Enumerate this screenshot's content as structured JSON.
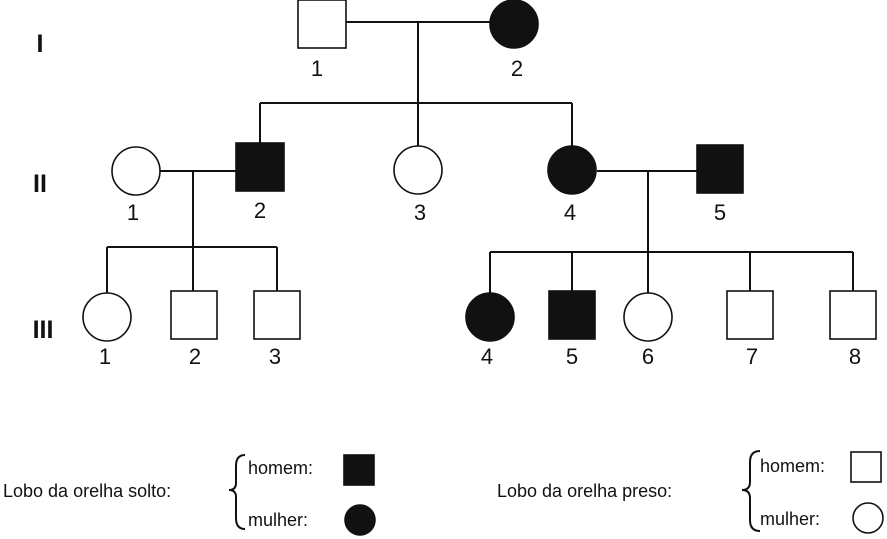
{
  "generations": [
    {
      "label": "I"
    },
    {
      "label": "II"
    },
    {
      "label": "III"
    }
  ],
  "individuals": {
    "I-1": {
      "number": "1",
      "sex": "male",
      "affected": false
    },
    "I-2": {
      "number": "2",
      "sex": "female",
      "affected": true
    },
    "II-1": {
      "number": "1",
      "sex": "female",
      "affected": false
    },
    "II-2": {
      "number": "2",
      "sex": "male",
      "affected": true
    },
    "II-3": {
      "number": "3",
      "sex": "female",
      "affected": false
    },
    "II-4": {
      "number": "4",
      "sex": "female",
      "affected": true
    },
    "II-5": {
      "number": "5",
      "sex": "male",
      "affected": true
    },
    "III-1": {
      "number": "1",
      "sex": "female",
      "affected": false
    },
    "III-2": {
      "number": "2",
      "sex": "male",
      "affected": false
    },
    "III-3": {
      "number": "3",
      "sex": "male",
      "affected": false
    },
    "III-4": {
      "number": "4",
      "sex": "female",
      "affected": true
    },
    "III-5": {
      "number": "5",
      "sex": "male",
      "affected": true
    },
    "III-6": {
      "number": "6",
      "sex": "female",
      "affected": false
    },
    "III-7": {
      "number": "7",
      "sex": "male",
      "affected": false
    },
    "III-8": {
      "number": "8",
      "sex": "male",
      "affected": false
    }
  },
  "legend": {
    "solto": {
      "title": "Lobo da orelha solto:",
      "male_label": "homem:",
      "female_label": "mulher:"
    },
    "preso": {
      "title": "Lobo da orelha preso:",
      "male_label": "homem:",
      "female_label": "mulher:"
    }
  },
  "colors": {
    "affected": "#111111",
    "unaffected": "#ffffff",
    "stroke": "#111111"
  }
}
